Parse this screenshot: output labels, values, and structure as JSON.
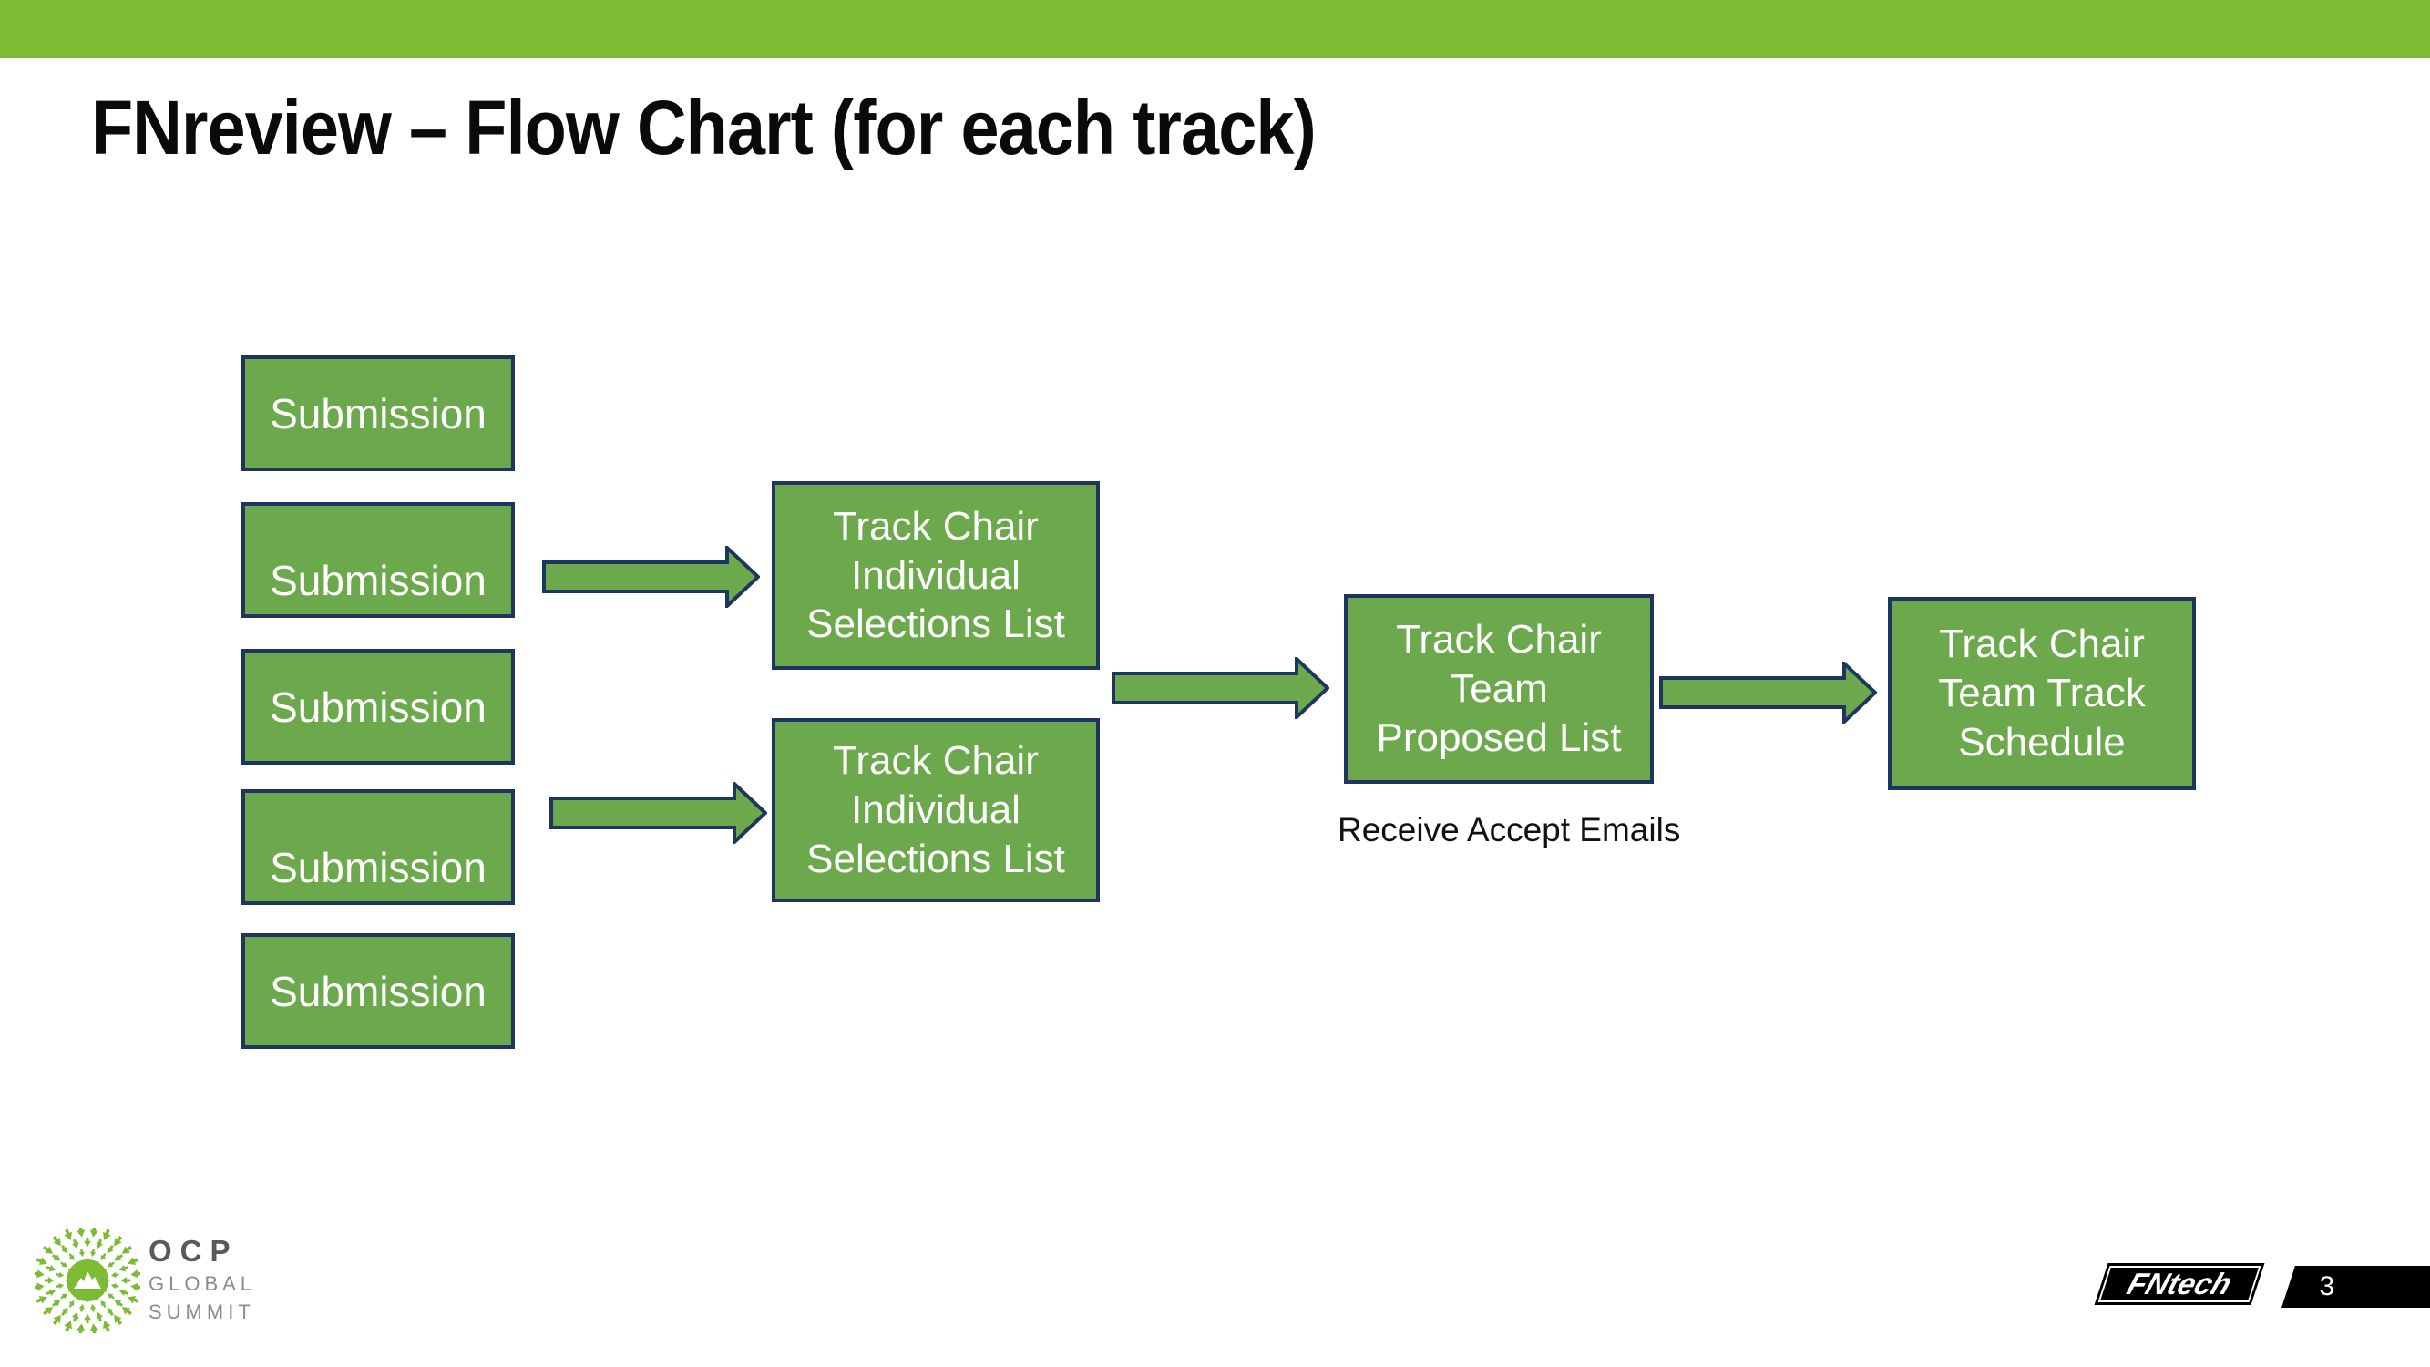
{
  "slide": {
    "title": "FNreview – Flow Chart (for each track)"
  },
  "flow": {
    "submission_label": "Submission",
    "selection_list_lines": [
      "Track Chair",
      "Individual",
      "Selections List"
    ],
    "proposed_lines": [
      "Track Chair",
      "Team",
      "Proposed List"
    ],
    "schedule_lines": [
      "Track Chair",
      "Team Track",
      "Schedule"
    ],
    "note": "Receive Accept Emails"
  },
  "footer": {
    "ocp": {
      "name": "OCP",
      "line2": "GLOBAL",
      "line3": "SUMMIT"
    },
    "fntech": "FNtech",
    "page_number": "3"
  },
  "colors": {
    "green_bright": "#7CBC34",
    "green_shape": "#6CA94C",
    "navy": "#1E3560",
    "gray_dark": "#58595B",
    "gray_light": "#8A8C8F"
  }
}
